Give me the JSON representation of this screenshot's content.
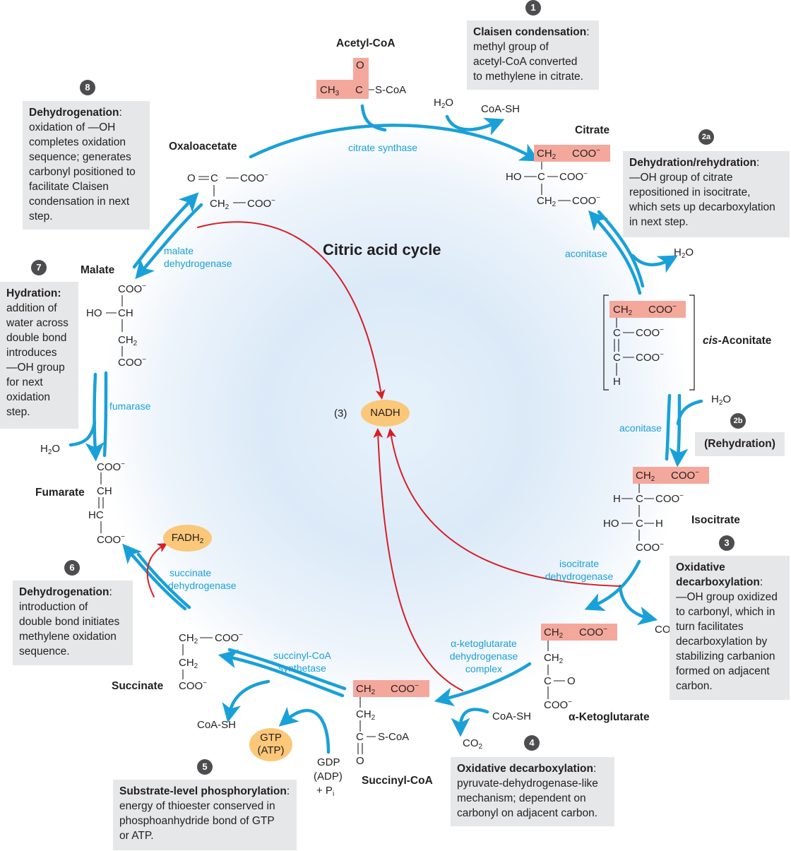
{
  "title": "Citric acid cycle",
  "molecules": {
    "acetyl_coa": "Acetyl-CoA",
    "citrate": "Citrate",
    "cis_aconitate_prefix": "cis",
    "cis_aconitate_rest": "-Aconitate",
    "isocitrate": "Isocitrate",
    "alpha_ketoglutarate": "α-Ketoglutarate",
    "succinyl_coa": "Succinyl-CoA",
    "succinate": "Succinate",
    "fumarate": "Fumarate",
    "malate": "Malate",
    "oxaloacetate": "Oxaloacetate"
  },
  "enzymes": {
    "citrate_synthase": "citrate synthase",
    "aconitase_1": "aconitase",
    "aconitase_2": "aconitase",
    "isocitrate_dh_1": "isocitrate",
    "isocitrate_dh_2": "dehydrogenase",
    "akg_dh_1": "α-ketoglutarate",
    "akg_dh_2": "dehydrogenase",
    "akg_dh_3": "complex",
    "succinyl_coa_syn_1": "succinyl-CoA",
    "succinyl_coa_syn_2": "synthetase",
    "succinate_dh_1": "succinate",
    "succinate_dh_2": "dehydrogenase",
    "fumarase": "fumarase",
    "malate_dh_1": "malate",
    "malate_dh_2": "dehydrogenase"
  },
  "small_molecules": {
    "h2o": "H",
    "coa_sh": "CoA-SH",
    "co2": "CO",
    "gdp": "GDP",
    "adp": "(ADP)",
    "pi": "+ P",
    "nadh_count": "(3)",
    "nadh": "NADH",
    "fadh2": "FADH",
    "gtp": "GTP",
    "atp": "(ATP)"
  },
  "steps": [
    {
      "badge": "1",
      "heading": "Claisen condensation",
      "lines": [
        "methyl group of",
        "acetyl-CoA converted",
        "to methylene in citrate."
      ]
    },
    {
      "badge": "2a",
      "heading": "Dehydration/rehydration",
      "lines": [
        "—OH group of citrate",
        "repositioned in isocitrate,",
        "which sets up decarboxylation",
        "in next step."
      ]
    },
    {
      "badge": "2b",
      "heading": "(Rehydration)",
      "lines": []
    },
    {
      "badge": "3",
      "heading": "Oxidative",
      "heading2": "decarboxylation",
      "lines": [
        "—OH group oxidized",
        "to carbonyl, which in",
        "turn facilitates",
        "decarboxylation by",
        "stabilizing carbanion",
        "formed on adjacent",
        "carbon."
      ]
    },
    {
      "badge": "4",
      "heading": "Oxidative decarboxylation",
      "lines": [
        "pyruvate-dehydrogenase-like",
        "mechanism; dependent on",
        "carbonyl on adjacent carbon."
      ]
    },
    {
      "badge": "5",
      "heading": "Substrate-level phosphorylation",
      "lines": [
        "energy of thioester conserved in",
        "phosphoanhydride bond of GTP",
        "or ATP."
      ]
    },
    {
      "badge": "6",
      "heading": "Dehydrogenation",
      "lines": [
        "introduction of",
        "double bond initiates",
        "methylene oxidation",
        "sequence."
      ]
    },
    {
      "badge": "7",
      "heading": "Hydration:",
      "lines": [
        "addition of",
        "water across",
        "double bond",
        "introduces",
        "—OH group",
        "for next",
        "oxidation",
        "step."
      ]
    },
    {
      "badge": "8",
      "heading": "Dehydrogenation",
      "lines": [
        "oxidation of —OH",
        "completes oxidation",
        "sequence; generates",
        "carbonyl positioned to",
        "facilitate Claisen",
        "condensation in next",
        "step."
      ]
    }
  ],
  "colors": {
    "arrow_blue": "#1aa0d8",
    "arrow_red": "#d71f27",
    "highlight": "#f4a89c",
    "note_bg": "#e6e7e8",
    "pill": "#fbc778"
  }
}
